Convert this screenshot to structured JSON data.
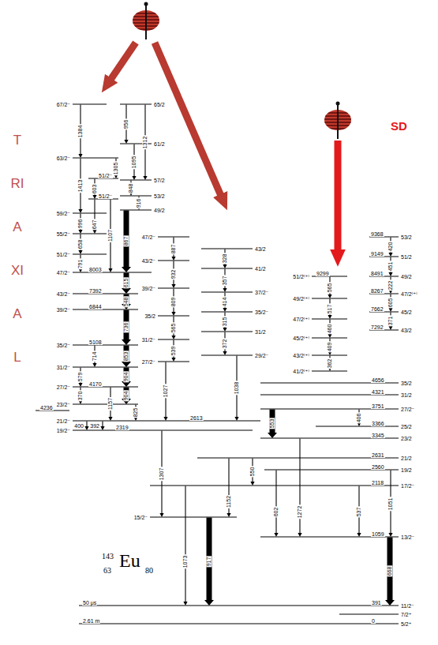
{
  "diagram": {
    "labels": [
      "TRIAXIAL",
      "SD",
      "67/2⁻",
      "63/2⁻",
      "59/2⁻",
      "55/2⁻",
      "51/2⁻",
      "47/2⁻",
      "8003",
      "1384",
      "1413",
      "996",
      "658",
      "791",
      "51/2⁻",
      "51/2⁻",
      "1305",
      "603",
      "647",
      "1107",
      "65/2",
      "61/2",
      "57/2",
      "53/2",
      "49/2",
      "956",
      "1312",
      "1095",
      "848",
      "916",
      "867",
      "43/2⁻",
      "39/2⁻",
      "35/2⁻",
      "31/2⁻",
      "27/2⁻",
      "23/2⁻",
      "21/2⁻",
      "19/2⁻",
      "7392",
      "6844",
      "5108",
      "4170",
      "615",
      "548",
      "736",
      "853",
      "904",
      "904",
      "825",
      "714",
      "579",
      "370",
      "1157",
      "4236",
      "400",
      "392",
      "2613",
      "2319",
      "47/2⁻",
      "43/2⁻",
      "39/2⁻",
      "35/2",
      "31/2⁻",
      "27/2⁻",
      "887",
      "932",
      "809",
      "565",
      "539",
      "1027",
      "43/2",
      "41/2",
      "37/2⁻",
      "35/2⁻",
      "31/2",
      "29/2⁻",
      "328",
      "357",
      "414",
      "315",
      "372",
      "1038",
      "51/2⁽⁺⁾",
      "49/2⁽⁺⁾",
      "47/2⁽⁺⁾",
      "45/2⁽⁺⁾",
      "43/2⁽⁺⁾",
      "41/2⁽⁺⁾",
      "9299",
      "565",
      "517",
      "460",
      "409",
      "362",
      "53/2",
      "51/2",
      "49/2",
      "47/2⁽⁺⁾",
      "45/2",
      "43/2",
      "9368",
      "9149",
      "8491",
      "8267",
      "7662",
      "7292",
      "420",
      "451",
      "222",
      "605",
      "371",
      "35/2",
      "31/2",
      "27/2⁻",
      "25/2",
      "23/2",
      "21/2",
      "19/2",
      "17/2⁻",
      "13/2⁻",
      "11/2⁻",
      "7/2⁺",
      "5/2⁺",
      "4656",
      "4321",
      "3751",
      "3366",
      "3345",
      "2631",
      "2560",
      "2118",
      "1059",
      "391",
      "0",
      "15/2⁻",
      "50 μs",
      "2.61 m",
      "553",
      "406",
      "1307",
      "1073",
      "1152",
      "917",
      "550",
      "602",
      "1272",
      "537",
      "668",
      "1051",
      "143",
      "63",
      "Eu",
      "80"
    ]
  }
}
